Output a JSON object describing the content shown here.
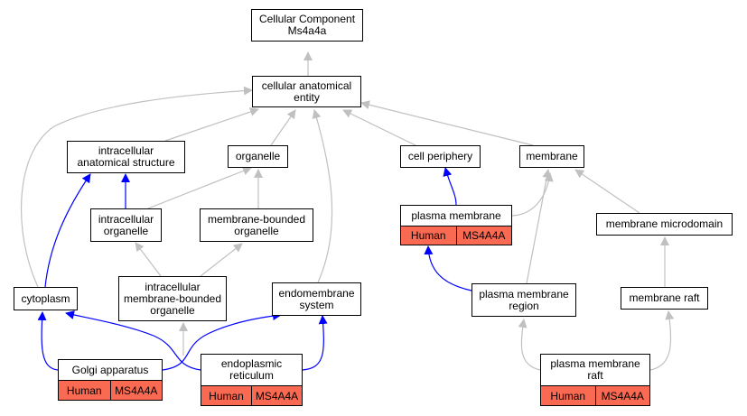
{
  "colors": {
    "is_a_edge": "#c0c0c0",
    "part_of_edge": "#0000ff",
    "annotation_fill": "#fa6a52"
  },
  "nodes": {
    "root": "Cellular Component\nMs4a4a",
    "cae": "cellular anatomical\nentity",
    "ias": "intracellular\nanatomical structure",
    "organelle": "organelle",
    "cell_periphery": "cell periphery",
    "membrane": "membrane",
    "intracellular_organelle": "intracellular\norganelle",
    "mbo": "membrane-bounded\norganelle",
    "plasma_membrane": "plasma membrane",
    "membrane_microdomain": "membrane microdomain",
    "cytoplasm": "cytoplasm",
    "imbo": "intracellular\nmembrane-bounded\norganelle",
    "endomembrane_system": "endomembrane\nsystem",
    "pm_region": "plasma membrane\nregion",
    "membrane_raft": "membrane raft",
    "golgi": "Golgi apparatus",
    "er": "endoplasmic\nreticulum",
    "pm_raft": "plasma membrane\nraft"
  },
  "annotations": {
    "plasma_membrane": {
      "species": "Human",
      "gene": "MS4A4A"
    },
    "golgi": {
      "species": "Human",
      "gene": "MS4A4A"
    },
    "er": {
      "species": "Human",
      "gene": "MS4A4A"
    },
    "pm_raft": {
      "species": "Human",
      "gene": "MS4A4A"
    }
  }
}
